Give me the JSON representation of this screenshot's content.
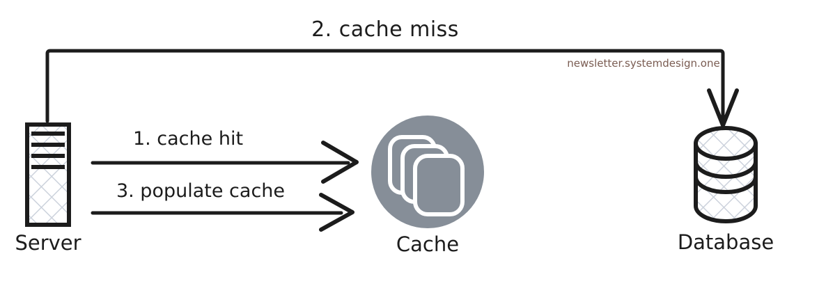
{
  "diagram": {
    "type": "cache-aside-flow-diagram",
    "watermark": "newsletter.systemdesign.one",
    "watermark_color": "#7a5c52",
    "background_color": "#ffffff",
    "stroke_color": "#1c1c1c",
    "nodes": [
      {
        "id": "server",
        "label": "Server",
        "icon": "server-rack-icon",
        "fill": "#ffffff",
        "hatch_color": "#ccd2dc"
      },
      {
        "id": "cache",
        "label": "Cache",
        "icon": "stacked-cards-icon",
        "fill": "#868e98",
        "accent": "#ffffff"
      },
      {
        "id": "database",
        "label": "Database",
        "icon": "database-cylinder-icon",
        "fill": "#ffffff",
        "hatch_color": "#ccd2dc"
      }
    ],
    "edges": [
      {
        "id": "edge-cache-hit",
        "label": "1. cache hit",
        "from": "server",
        "to": "cache",
        "direction": "right"
      },
      {
        "id": "edge-cache-miss",
        "label": "2. cache miss",
        "from": "server",
        "to": "database",
        "direction": "up-right-down"
      },
      {
        "id": "edge-populate-cache",
        "label": "3. populate cache",
        "from": "server",
        "to": "cache",
        "direction": "right"
      }
    ]
  }
}
